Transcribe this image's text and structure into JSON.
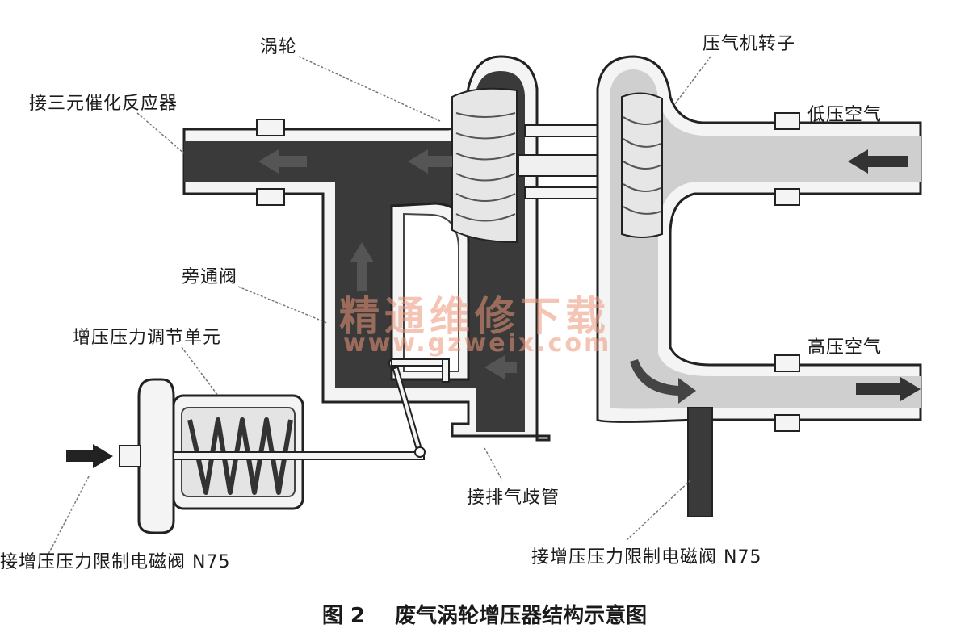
{
  "labels": {
    "turbine": "涡轮",
    "compressor_rotor": "压气机转子",
    "to_catalyst": "接三元催化反应器",
    "low_pressure_air": "低压空气",
    "bypass_valve": "旁通阀",
    "boost_control_unit": "增压压力调节单元",
    "high_pressure_air": "高压空气",
    "to_exhaust_manifold": "接排气歧管",
    "to_n75_left": "接增压压力限制电磁阀 N75",
    "to_n75_right": "接增压压力限制电磁阀 N75"
  },
  "caption": {
    "number": "图 2",
    "title": "废气涡轮增压器结构示意图"
  },
  "watermark": {
    "cn": "精通维修下载",
    "url": "www.gzweix.com"
  },
  "colors": {
    "exhaust": "#3a3a3a",
    "intake": "#cfcfcf",
    "wall": "#f4f4f4",
    "outline": "#222222",
    "leader": "#777777"
  }
}
